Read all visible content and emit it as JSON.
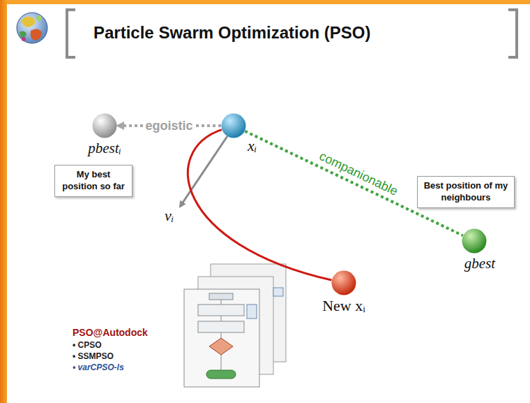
{
  "diagram": {
    "title": "Particle Swarm Optimization (PSO)",
    "nodes": [
      {
        "text": [
          "pbestᵢ"
        ]
      },
      {
        "text": [
          "My best position so far"
        ]
      },
      {
        "text": [
          "xᵢ"
        ]
      },
      {
        "text": [
          "Best position of my neighbours"
        ]
      },
      {
        "text": [
          "gbest"
        ]
      },
      {
        "text": [
          "New xᵢ"
        ]
      }
    ],
    "edges": [
      {
        "from": 2,
        "to": 0,
        "arrow": "to",
        "label": "egoistic"
      },
      {
        "from": 2,
        "to": 4,
        "arrow": "none",
        "label": "companionable"
      },
      {
        "from": 2,
        "to": 5,
        "arrow": "none"
      }
    ],
    "labels": [
      "vᵢ",
      "PSO@Autodock",
      "• CPSO",
      "• SSMPSO",
      "• varCPSO-ls"
    ]
  }
}
